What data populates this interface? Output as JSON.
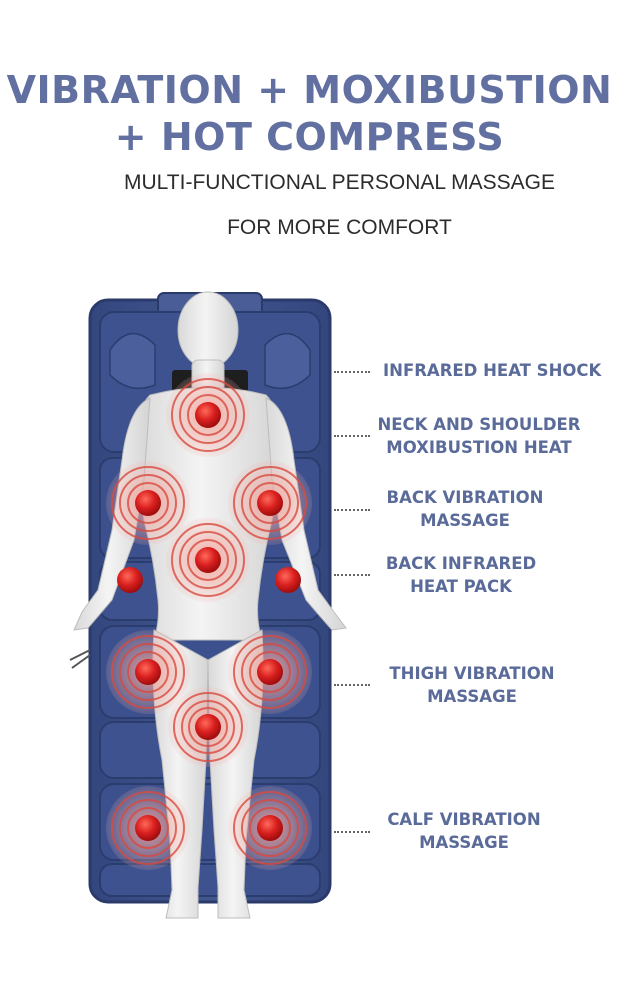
{
  "title": {
    "line1": "VIBRATION + MOXIBUSTION",
    "line2": "+ HOT COMPRESS"
  },
  "subtitle": {
    "line1": "MULTI-FUNCTIONAL PERSONAL MASSAGE",
    "line2": "FOR MORE COMFORT"
  },
  "callouts": [
    {
      "lines": [
        "INFRARED HEAT SHOCK"
      ]
    },
    {
      "lines": [
        "NECK AND SHOULDER",
        "MOXIBUSTION HEAT"
      ]
    },
    {
      "lines": [
        "BACK VIBRATION",
        "MASSAGE"
      ]
    },
    {
      "lines": [
        "BACK INFRARED",
        "HEAT PACK"
      ]
    },
    {
      "lines": [
        "THIGH VIBRATION",
        "MASSAGE"
      ]
    },
    {
      "lines": [
        "CALF VIBRATION",
        "MASSAGE"
      ]
    }
  ],
  "colors": {
    "title": "#6170a1",
    "mat": "#3b4f8a",
    "massage_point": "#d91f1f"
  }
}
